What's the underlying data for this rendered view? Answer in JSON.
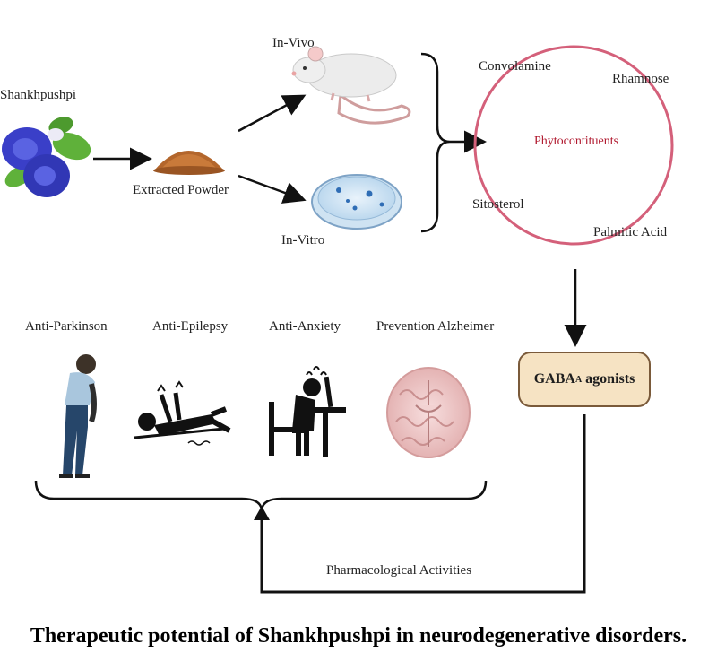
{
  "source": {
    "plant": "Shankhpushpi",
    "powder": "Extracted Powder"
  },
  "testing": {
    "in_vivo": "In-Vivo",
    "in_vitro": "In-Vitro"
  },
  "phyto": {
    "center": "Phytocontituents",
    "items": [
      "Convolamine",
      "Rhamnose",
      "Sitosterol",
      "Palmitic Acid"
    ]
  },
  "gaba": {
    "main": "GABA",
    "sub": "A",
    "rest": " agonists"
  },
  "activities": [
    {
      "label": "Anti-Parkinson",
      "icon": "parkinson-figure-icon"
    },
    {
      "label": "Anti-Epilepsy",
      "icon": "seizure-figure-icon"
    },
    {
      "label": "Anti-Anxiety",
      "icon": "anxious-person-icon"
    },
    {
      "label": "Prevention Alzheimer",
      "icon": "brain-icon"
    }
  ],
  "pharmacological": "Pharmacological Activities",
  "caption": "Therapeutic potential of Shankhpushpi in neurodegenerative disorders.",
  "colors": {
    "circle": "#d4607a",
    "phyto_text": "#b0182e",
    "gaba_fill": "#f6e3c3",
    "flower": "#3a3fc8",
    "leaf": "#5fb13a"
  }
}
